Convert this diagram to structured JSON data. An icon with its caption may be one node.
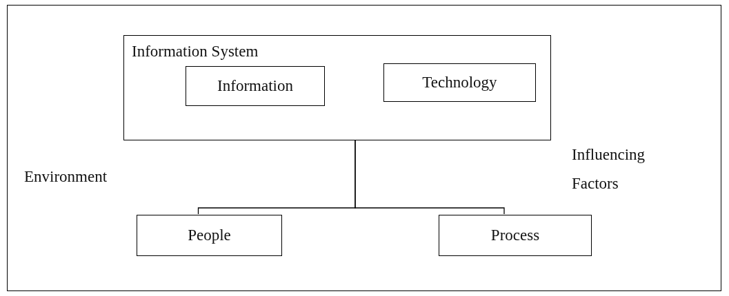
{
  "diagram": {
    "nodes": [
      {
        "text": [
          "Environment",
          "Influencing Factors"
        ]
      },
      {
        "text": [
          "Information System"
        ],
        "in": 0
      },
      {
        "text": [
          "Information"
        ],
        "in": 1
      },
      {
        "text": [
          "Technology"
        ],
        "in": 1
      },
      {
        "text": [
          "People"
        ],
        "in": 0
      },
      {
        "text": [
          "Process"
        ],
        "in": 0
      }
    ],
    "edges": [
      {
        "from": 1,
        "to": 4,
        "arrow": "none"
      },
      {
        "from": 1,
        "to": 5,
        "arrow": "none"
      }
    ]
  }
}
